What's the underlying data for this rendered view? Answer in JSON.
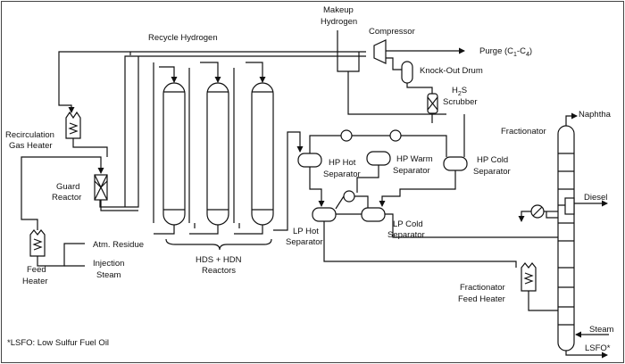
{
  "labels": {
    "makeup_hydrogen_1": "Makeup",
    "makeup_hydrogen_2": "Hydrogen",
    "compressor": "Compressor",
    "recycle_hydrogen": "Recycle Hydrogen",
    "purge": "Purge (C",
    "purge_sub1": "1",
    "purge_dash": "-C",
    "purge_sub2": "4",
    "purge_close": ")",
    "knock_out_drum": "Knock-Out Drum",
    "h2s_h": "H",
    "h2s_sub": "2",
    "h2s_s": "S",
    "scrubber": "Scrubber",
    "naphtha": "Naphtha",
    "fractionator": "Fractionator",
    "recirc_1": "Recirculation",
    "recirc_2": "Gas Heater",
    "hp_hot_1": "HP Hot",
    "hp_hot_2": "Separator",
    "hp_warm_1": "HP Warm",
    "hp_warm_2": "Separator",
    "hp_cold_1": "HP Cold",
    "hp_cold_2": "Separator",
    "guard_1": "Guard",
    "guard_2": "Reactor",
    "diesel": "Diesel",
    "lp_hot_1": "LP Hot",
    "lp_hot_2": "Separator",
    "lp_cold_1": "LP Cold",
    "lp_cold_2": "Separator",
    "atm_residue": "Atm. Residue",
    "feed_heater_1": "Feed",
    "feed_heater_2": "Heater",
    "injection_1": "Injection",
    "injection_2": "Steam",
    "hds_1": "HDS + HDN",
    "hds_2": "Reactors",
    "frac_feed_1": "Fractionator",
    "frac_feed_2": "Feed Heater",
    "steam": "Steam",
    "lsfo": "LSFO*",
    "footnote": "*LSFO: Low Sulfur Fuel Oil"
  }
}
